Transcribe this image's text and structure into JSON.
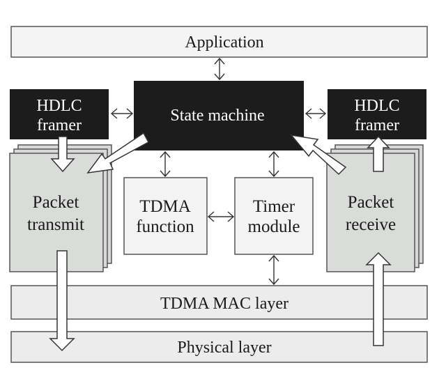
{
  "diagram": {
    "application": "Application",
    "state_machine": "State machine",
    "hdlc_left": [
      "HDLC",
      "framer"
    ],
    "hdlc_right": [
      "HDLC",
      "framer"
    ],
    "packet_transmit": [
      "Packet",
      "transmit"
    ],
    "packet_receive": [
      "Packet",
      "receive"
    ],
    "tdma_function": [
      "TDMA",
      "function"
    ],
    "timer_module": [
      "Timer",
      "module"
    ],
    "tdma_mac": "TDMA MAC layer",
    "physical": "Physical layer"
  },
  "colors": {
    "dark_block": "#1c1c1c",
    "light_block": "#f3f3f3",
    "stack_block": "#d9dcd9",
    "arrow_fill": "#ffffff",
    "outline": "#4a4a4a"
  }
}
